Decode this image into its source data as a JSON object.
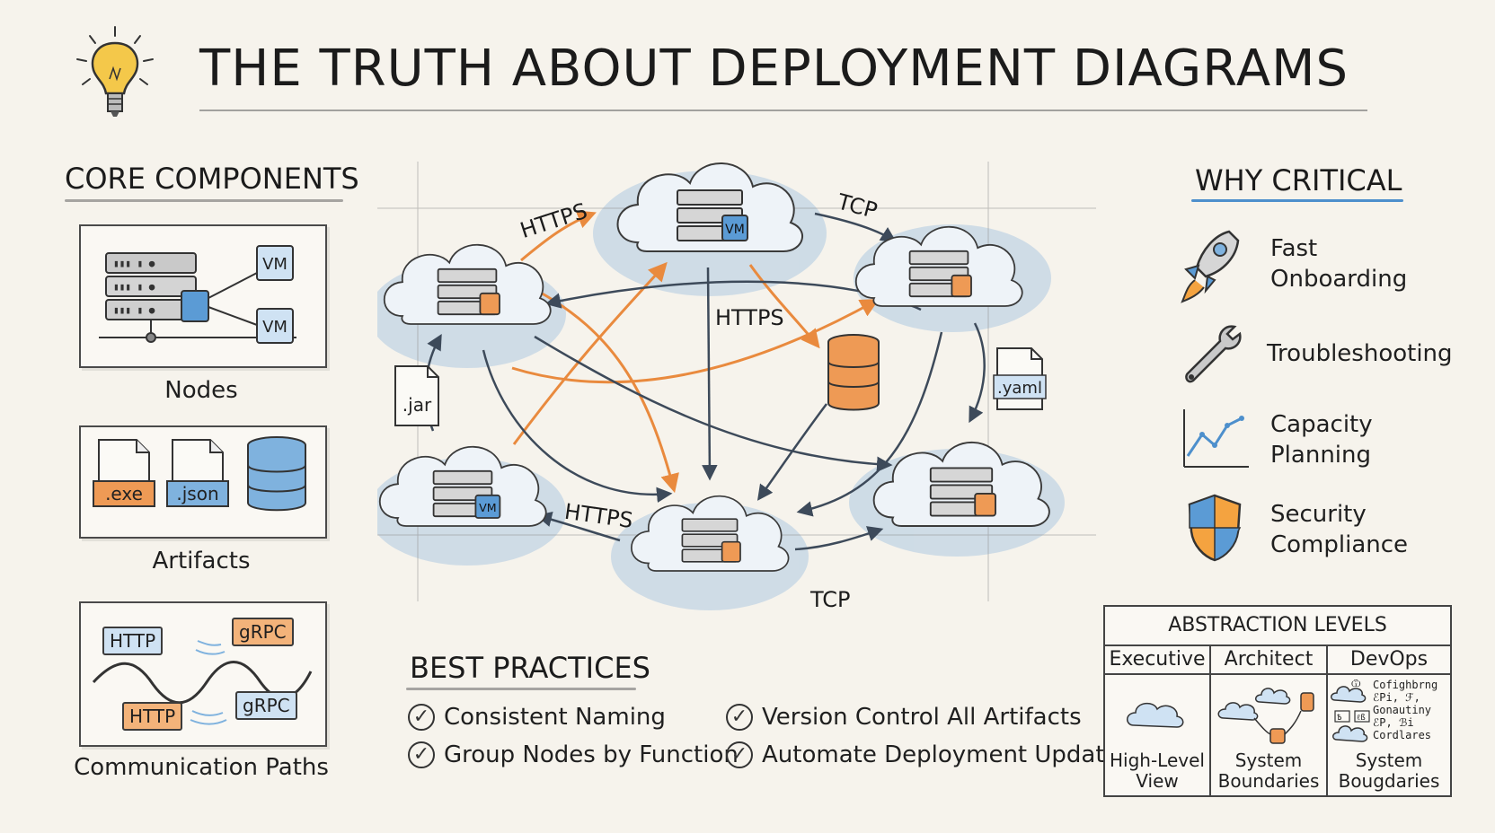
{
  "title": "THE TRUTH ABOUT DEPLOYMENT DIAGRAMS",
  "core": {
    "heading": "CORE COMPONENTS",
    "nodes_caption": "Nodes",
    "vm_label_1": "VM",
    "vm_label_2": "VM",
    "artifacts_caption": "Artifacts",
    "exe_label": ".exe",
    "json_label": ".json",
    "comm_caption": "Communication Paths",
    "comm_labels": [
      "HTTP",
      "gRPC",
      "HTTP",
      "gRPC"
    ]
  },
  "diagram": {
    "edge_labels": [
      "HTTPS",
      "TCP",
      "HTTPS",
      "HTTPS",
      "TCP"
    ],
    "vm_labels": [
      "VM",
      "VM"
    ],
    "files": [
      ".jar",
      ".yaml"
    ]
  },
  "why": {
    "heading": "WHY CRITICAL",
    "items": [
      {
        "icon": "rocket-icon",
        "lines": [
          "Fast",
          "Onboarding"
        ]
      },
      {
        "icon": "wrench-icon",
        "lines": [
          "Troubleshooting"
        ]
      },
      {
        "icon": "chart-icon",
        "lines": [
          "Capacity",
          "Planning"
        ]
      },
      {
        "icon": "shield-icon",
        "lines": [
          "Security",
          "Compliance"
        ]
      }
    ]
  },
  "best": {
    "heading": "BEST PRACTICES",
    "items": [
      "Consistent Naming",
      "Group Nodes by Function",
      "Version Control All Artifacts",
      "Automate Deployment Updates"
    ]
  },
  "abstraction": {
    "heading": "ABSTRACTION LEVELS",
    "columns": [
      {
        "name": "Executive",
        "caption_lines": [
          "High-Level",
          "View"
        ]
      },
      {
        "name": "Architect",
        "caption_lines": [
          "System",
          "Boundaries"
        ]
      },
      {
        "name": "DevOps",
        "caption_lines": [
          "System",
          "Bougdaries"
        ]
      }
    ],
    "devops_notes": [
      "Cofighbrng",
      "ℰPi, ℱ,",
      "Gonautiny",
      "ℰP, ℬi",
      "Cordlares"
    ],
    "devops_chips": [
      "Ѣ",
      "ℓß",
      "Ѿ"
    ]
  },
  "colors": {
    "accent_blue": "#4d8fcc",
    "accent_orange": "#e98a3e",
    "cloud_fill": "#e8eff6",
    "cloud_shadow": "#9fc1e0"
  }
}
